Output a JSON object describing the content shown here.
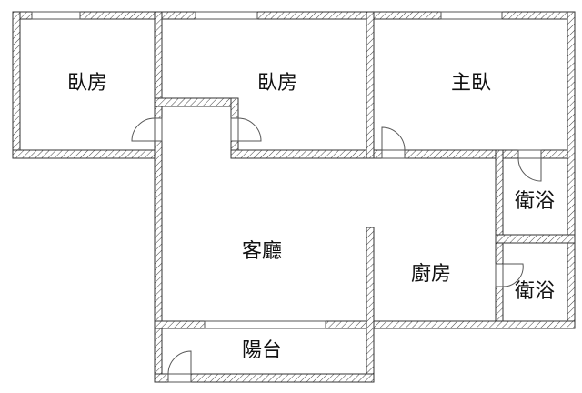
{
  "plan": {
    "rooms": {
      "bedroom_left": "臥房",
      "bedroom_middle": "臥房",
      "master_bedroom": "主臥",
      "bathroom_upper": "衛浴",
      "bathroom_lower": "衛浴",
      "living_room": "客廳",
      "kitchen": "廚房",
      "balcony": "陽台"
    },
    "colors": {
      "wall_line": "#333333",
      "background": "#ffffff"
    }
  }
}
